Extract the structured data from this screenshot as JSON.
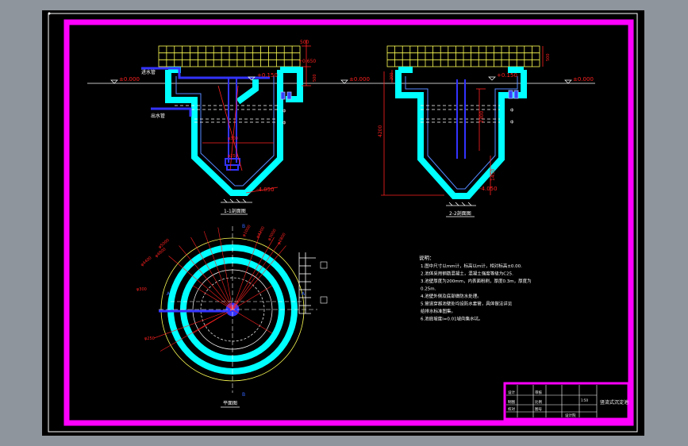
{
  "app": {
    "name": "CAD drawing viewer",
    "background": "#8f959c",
    "paper": "#000000",
    "frame_color": "#ff00ff"
  },
  "colors": {
    "wall": "#00ffff",
    "dim": "#ff2020",
    "pipe": "#3333ff",
    "grid": "#ffff55",
    "line": "#ffffff",
    "hatch": "#ffff00"
  },
  "left_section": {
    "level_left": "±0.000",
    "level_top": "+0.150",
    "level_bottom": "-4.050",
    "inlet_label": "进水管",
    "outlet_label": "出水管",
    "right_dims": [
      "500",
      "+0.650",
      "500"
    ],
    "grid_label": "",
    "bottom_label": "1-1剖面图",
    "center_marks": [
      "φ300",
      "φ250"
    ]
  },
  "right_section": {
    "level_left": "±0.000",
    "level_top": "+0.150",
    "level_right": "±0.000",
    "level_bottom": "-4.050",
    "dim_height": "4200",
    "dim_inner": "2300",
    "dim_cone": "1450",
    "dim_side": "200",
    "right_dim": "500",
    "bottom_label": "2-2剖面图"
  },
  "plan_view": {
    "diameter_labels": [
      "φ5000",
      "φ4800",
      "φ4400",
      "φ4200",
      "φ3000",
      "φ2800",
      "φ1000"
    ],
    "side_labels": [
      "φ300",
      "φ250"
    ],
    "section_marks": [
      "B",
      "A",
      "A",
      "B"
    ],
    "bottom_label": "平面图"
  },
  "notes": {
    "title": "说明：",
    "lines": [
      "1.图中尺寸以mm计，标高以m计，相对标高±0.00.",
      "2.池体采用钢筋混凝土，混凝土强度等级为C25.",
      "3.池壁厚度为200mm，内表面粉刷，厚度0.3m，厚度为",
      "0.25m.",
      "4.池壁外侧及底部做防水处理。",
      "5.管道穿越池壁处均设防水套管，具体做法详见",
      "给排水标准图集。",
      "6.池底坡度i=0.01坡向集水坑。"
    ]
  },
  "title_block": {
    "drawing_name": "竖流式沉淀池",
    "rows": [
      [
        "设计",
        "",
        "审核",
        ""
      ],
      [
        "制图",
        "",
        "比例",
        ""
      ],
      [
        "校对",
        "",
        "图号",
        ""
      ]
    ],
    "scale": "1:50",
    "school": "设计院"
  }
}
